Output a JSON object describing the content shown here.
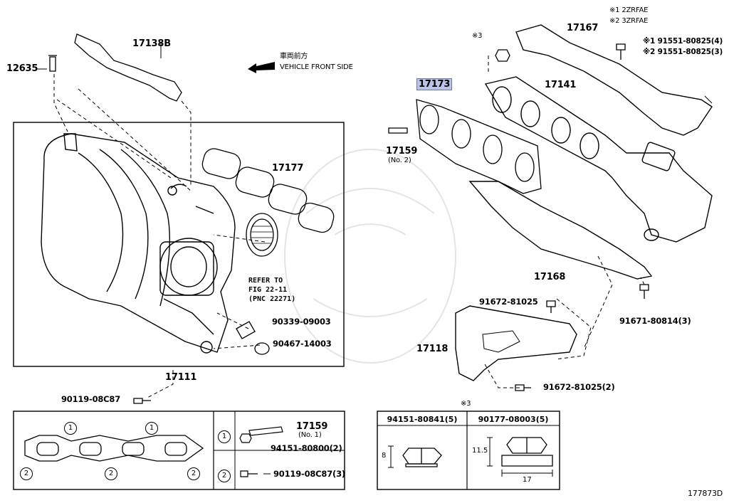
{
  "notes": {
    "n1": "※1 2ZRFAE",
    "n2": "※2 3ZRFAE"
  },
  "front": {
    "jp": "車両前方",
    "en": "VEHICLE FRONT SIDE"
  },
  "parts": {
    "p12635": "12635",
    "p17138B": "17138B",
    "p17177": "17177",
    "p17111": "17111",
    "p90119_main": "90119-08C87",
    "p90339": "90339-09003",
    "p90467": "90467-14003",
    "ref_line1": "REFER TO",
    "ref_line2": "FIG 22-11",
    "ref_line3": "(PNC 22271)",
    "mark3_top": "※3",
    "p17173": "17173",
    "p17159": "17159",
    "p17159_sub": "(No. 2)",
    "p17167": "17167",
    "p91551_a": "※1 91551-80825(4)",
    "p91551_b": "※2 91551-80825(3)",
    "p17141": "17141",
    "p17168": "17168",
    "p91672_top": "91672-81025",
    "p91671": "91671-80814(3)",
    "p17118": "17118",
    "p91672_bottom": "91672-81025(2)"
  },
  "legend_left": {
    "c1": "1",
    "c2": "2",
    "row1_part": "17159",
    "row1_sub": "(No. 1)",
    "row1_nut": "94151-80800(2)",
    "row2_bolt": "90119-08C87(3)"
  },
  "legend_right": {
    "mark": "※3",
    "col1": "94151-80841(5)",
    "col2": "90177-08003(5)",
    "dim1": "8",
    "dim2": "11.5",
    "dim3": "17"
  },
  "figure_id": "177873D"
}
